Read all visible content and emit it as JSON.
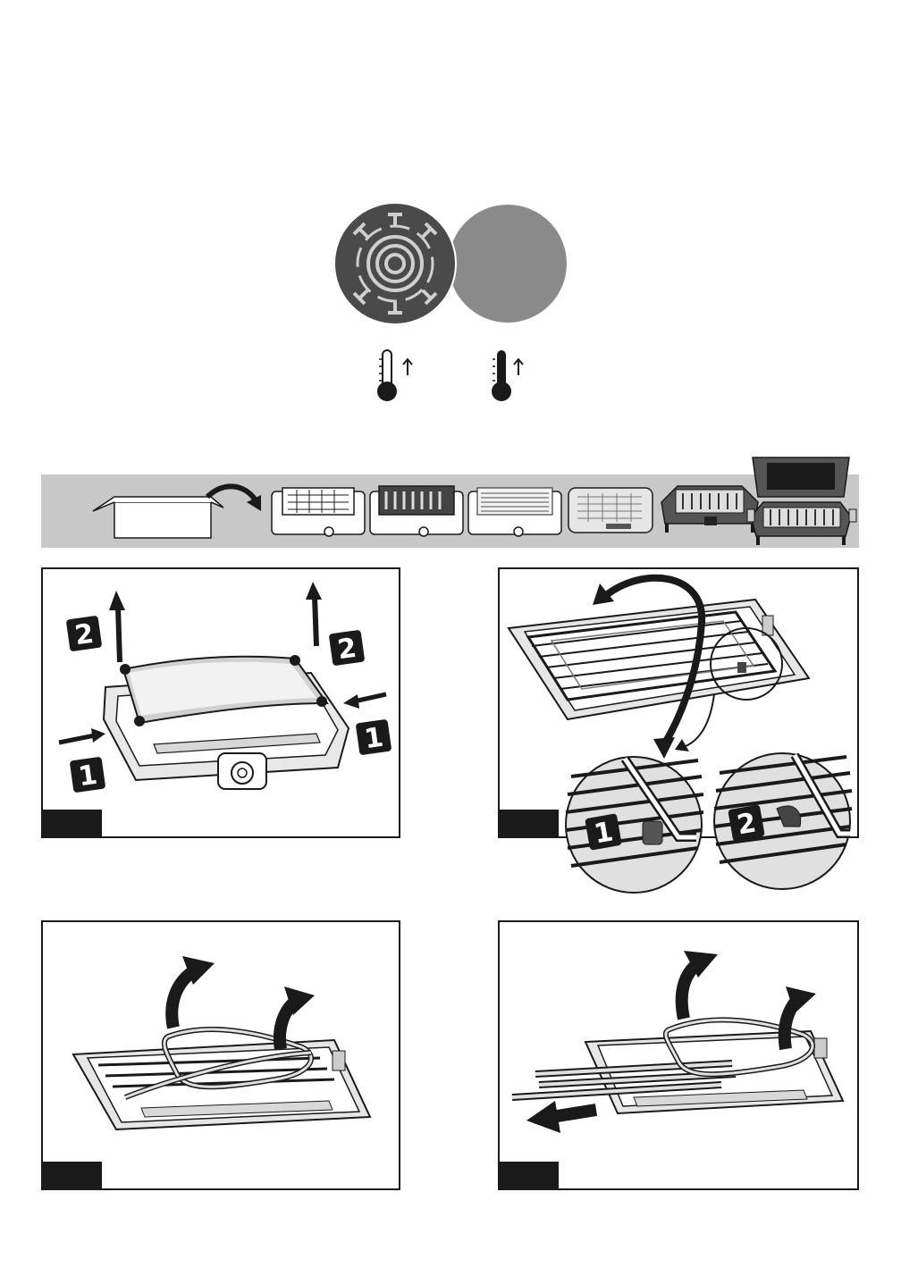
{
  "colors": {
    "ink": "#1a1a1a",
    "disc_dark": "#4a4a4a",
    "disc_light": "#8a8a8a",
    "strip_bg": "#c8c8c8",
    "metal": "#e6e6e6"
  },
  "header_icons": {
    "left_disc_icon": "heating-element-icon",
    "right_disc_icon": "plain-disc-icon",
    "thermometers": [
      "thermometer-rising-icon",
      "thermometer-full-rising-icon"
    ]
  },
  "models_strip": {
    "unbox_icon": "open-box-icon",
    "arrow_icon": "curved-arrow-right-icon",
    "grill_models": [
      "grill-model-1",
      "grill-model-2",
      "grill-model-3",
      "grill-model-4",
      "grill-model-5",
      "grill-model-6"
    ]
  },
  "steps": {
    "badges": {
      "one": "1",
      "two": "2"
    },
    "panel_1": {
      "icons": [
        "push-arrow-icon",
        "lift-arrow-icon"
      ]
    },
    "panel_2": {
      "icons": [
        "rotate-arrow-icon",
        "magnifier-circle-icon"
      ]
    },
    "panel_3": {
      "icons": [
        "lift-arrow-icon"
      ]
    },
    "panel_4": {
      "icons": [
        "lift-arrow-icon",
        "pull-arrow-icon"
      ]
    }
  }
}
